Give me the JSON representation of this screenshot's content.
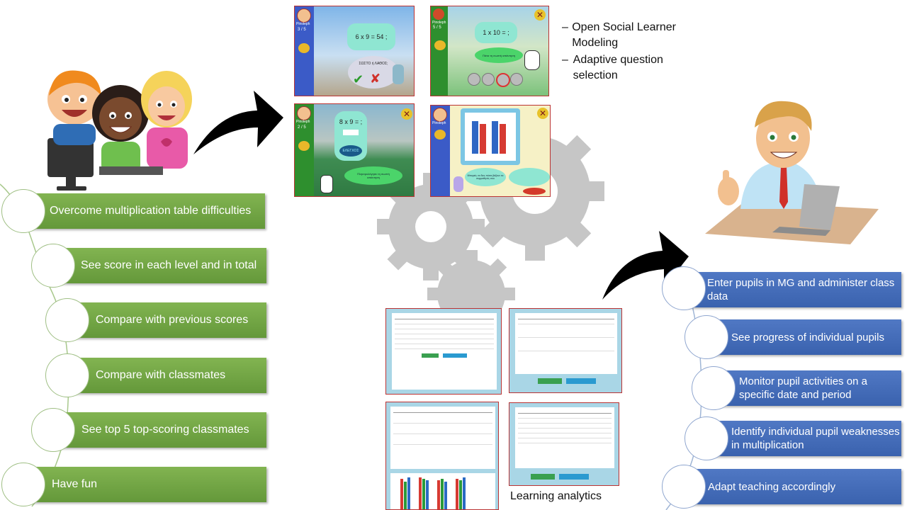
{
  "pupil_benefits": [
    "Overcome multiplication table difficulties",
    "See score in each level and in total",
    "Compare with previous scores",
    "Compare with classmates",
    "See top 5 top-scoring classmates",
    "Have fun"
  ],
  "teacher_benefits": [
    "Enter pupils in MG and administer class data",
    "See progress of individual pupils",
    "Monitor  pupil activities on a specific date and period",
    "Identify individual pupil weaknesses in multiplication",
    "Adapt teaching accordingly"
  ],
  "features": [
    "Open Social Learner Modeling",
    "Adaptive question selection"
  ],
  "analytics_label": "Learning analytics",
  "game_screens": [
    {
      "question": "6 x 9 = 54 ;",
      "answer_prompt": "ΣΩΣΤΟ ή ΛΑΘΟΣ;",
      "progress": "3 / 5",
      "player": "Pinoleph"
    },
    {
      "question": "1 x 10 = ;",
      "answer_prompt": "Πάτα τη σωστή απάντηση",
      "progress": "5 / 5",
      "player": "Pinoleph"
    },
    {
      "question": "8 x 9 = ;",
      "answer_prompt": "Πληκτρολόγησε τη σωστή απάντηση",
      "progress": "2 / 5",
      "player": "Pinoleph",
      "button": "ΕΛΕΓΧΟΣ"
    },
    {
      "question": "Μπορείς να δεις πόσα βάζουν τα συμμαθητές σου",
      "answer_prompt": "",
      "progress": "",
      "player": "Pinoleph"
    }
  ],
  "colors": {
    "green": "#70a844",
    "blue": "#4a70bd",
    "gear": "#c4c4c4"
  }
}
